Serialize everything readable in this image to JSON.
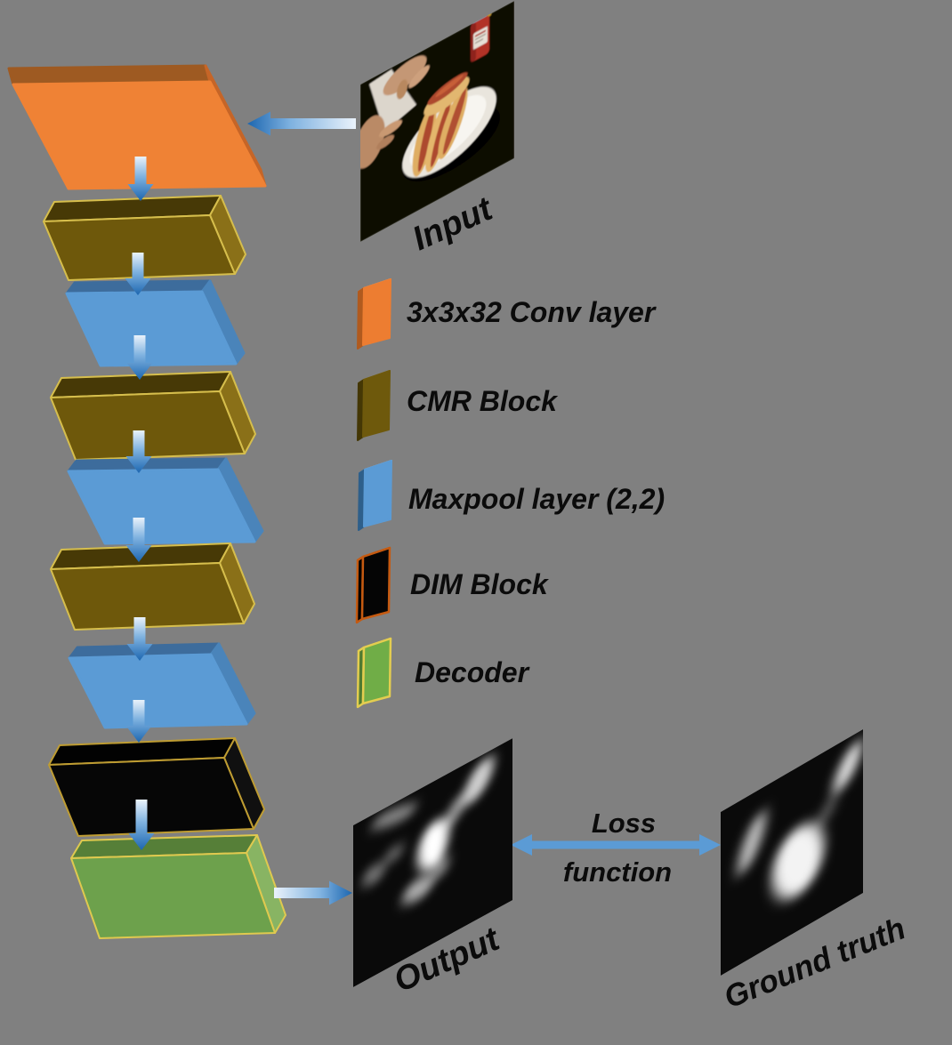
{
  "labels": {
    "input": "Input",
    "output": "Output",
    "ground_truth": "Ground truth",
    "loss_line1": "Loss",
    "loss_line2": "function"
  },
  "legend": {
    "items": [
      {
        "type": "conv",
        "label": "3x3x32 Conv layer"
      },
      {
        "type": "cmr",
        "label": "CMR Block"
      },
      {
        "type": "maxpool",
        "label": "Maxpool layer (2,2)"
      },
      {
        "type": "dim",
        "label": "DIM Block"
      },
      {
        "type": "decoder",
        "label": "Decoder"
      }
    ]
  },
  "network": {
    "layers": [
      "conv",
      "cmr",
      "maxpool",
      "cmr",
      "maxpool",
      "cmr",
      "maxpool",
      "dim",
      "decoder"
    ]
  },
  "colors": {
    "background": "#808080",
    "text": "#0b0b0b",
    "blocks": {
      "conv": {
        "front": "#EF8235",
        "top": "#9E5A22",
        "side": "#C66527",
        "edge": null
      },
      "cmr": {
        "front": "#6E580B",
        "top": "#473906",
        "side": "#8A7018",
        "edge": "#D6BE4C"
      },
      "maxpool": {
        "front": "#5B9BD5",
        "top": "#3D6C9C",
        "side": "#4A84BA",
        "edge": null
      },
      "dim": {
        "front": "#060606",
        "top": "#020202",
        "side": "#101010",
        "edge": "#BE9C32"
      },
      "decoder": {
        "front": "#6DA14C",
        "top": "#567F38",
        "side": "#88B463",
        "edge": "#DFC94F"
      }
    },
    "legend_icons": {
      "conv": {
        "front": "#ED7D31",
        "top": "#F5B183",
        "side": "#B05A1E",
        "edge": null
      },
      "cmr": {
        "front": "#6E590C",
        "top": "#97822A",
        "side": "#443705",
        "edge": null
      },
      "maxpool": {
        "front": "#5B9BD5",
        "top": "#A3C8E8",
        "side": "#2E5F8A",
        "edge": null
      },
      "dim": {
        "front": "#050505",
        "top": "#333333",
        "side": "#000000",
        "edge": "#C55A11"
      },
      "decoder": {
        "front": "#70AD47",
        "top": "#A9D18E",
        "side": "#4E7A31",
        "edge": "#E3CD50"
      }
    },
    "arrows": {
      "grad_light": "#EAF2FB",
      "grad_mid": "#7FB2E0",
      "grad_dark": "#1C66B0",
      "loss": "#5B9BD5"
    },
    "maps": {
      "map_background": "#0A0A0A",
      "blob": "#FFFFFF"
    }
  }
}
